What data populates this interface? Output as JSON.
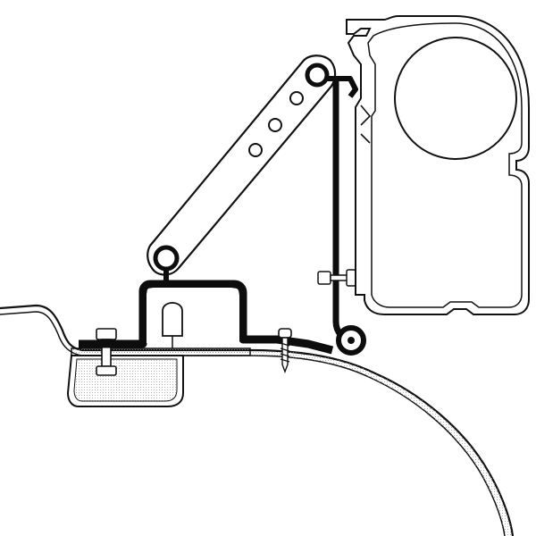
{
  "colors": {
    "background": "#ffffff",
    "line": "#111111",
    "bracket": "#0d0d0d",
    "fill": "#ffffff",
    "dots": "#9a9a9a"
  },
  "icons": {
    "roller": "circle-shape",
    "screw": "screw-shape",
    "bolt": "bolt-shape"
  }
}
